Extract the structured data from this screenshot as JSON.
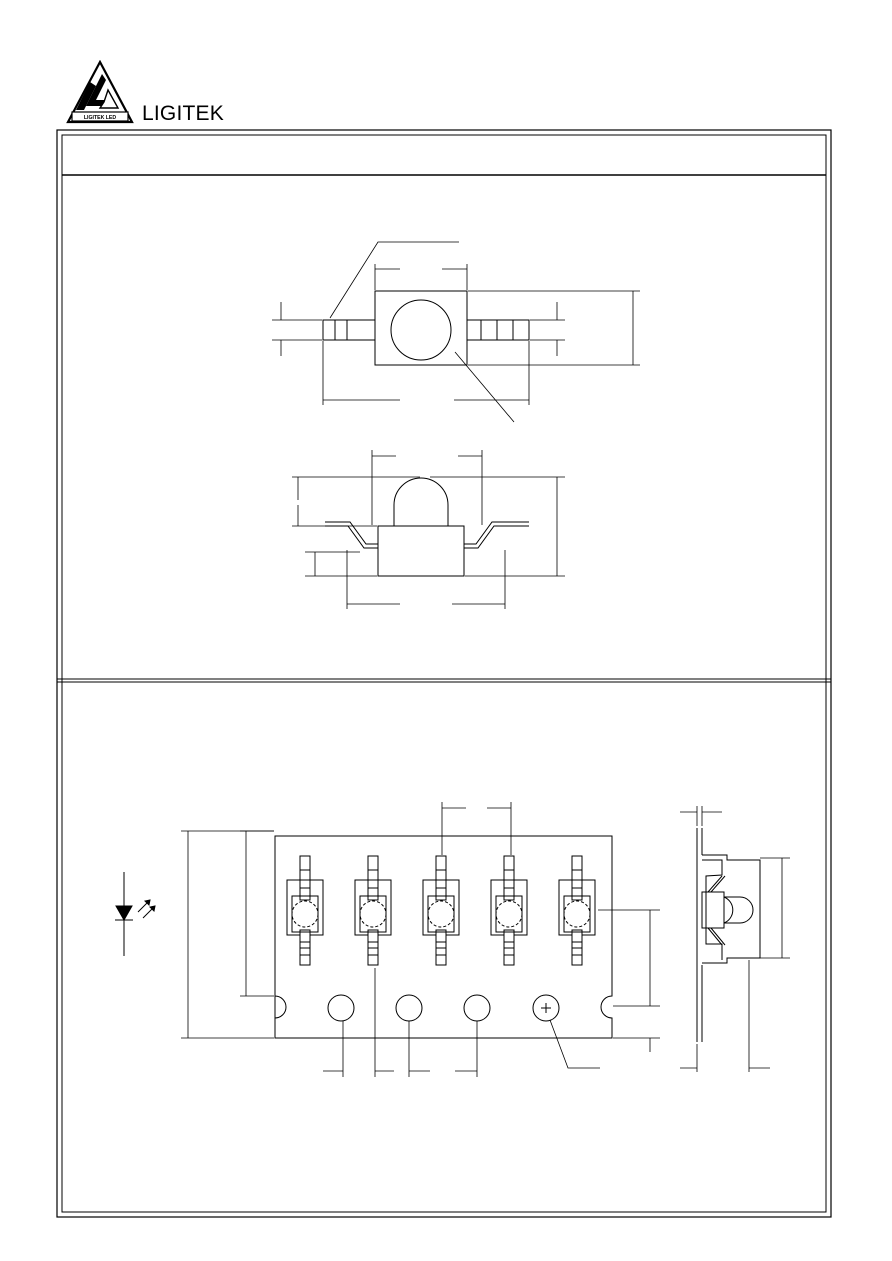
{
  "header": {
    "brand_name": "LIGITEK",
    "logo_text": "LIGITEK LED",
    "logo_icon": "ligitek-triangle-logo"
  },
  "sheet": {
    "title_text": "",
    "package_section_title": "",
    "tape_section_title": ""
  },
  "colors": {
    "line": "#000000",
    "background": "#ffffff"
  }
}
